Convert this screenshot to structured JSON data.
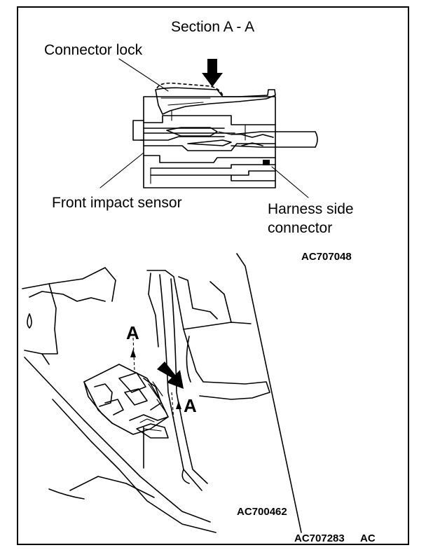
{
  "diagram": {
    "section_title": "Section A - A",
    "labels": {
      "connector_lock": "Connector lock",
      "front_impact_sensor": "Front impact sensor",
      "harness_side_line1": "Harness side",
      "harness_side_line2": "connector"
    },
    "codes": {
      "top_figure": "AC707048",
      "bottom_figure": "AC700462",
      "page": "AC707283",
      "page_suffix": "AC"
    },
    "section_markers": {
      "upper": "A",
      "lower": "A"
    }
  }
}
